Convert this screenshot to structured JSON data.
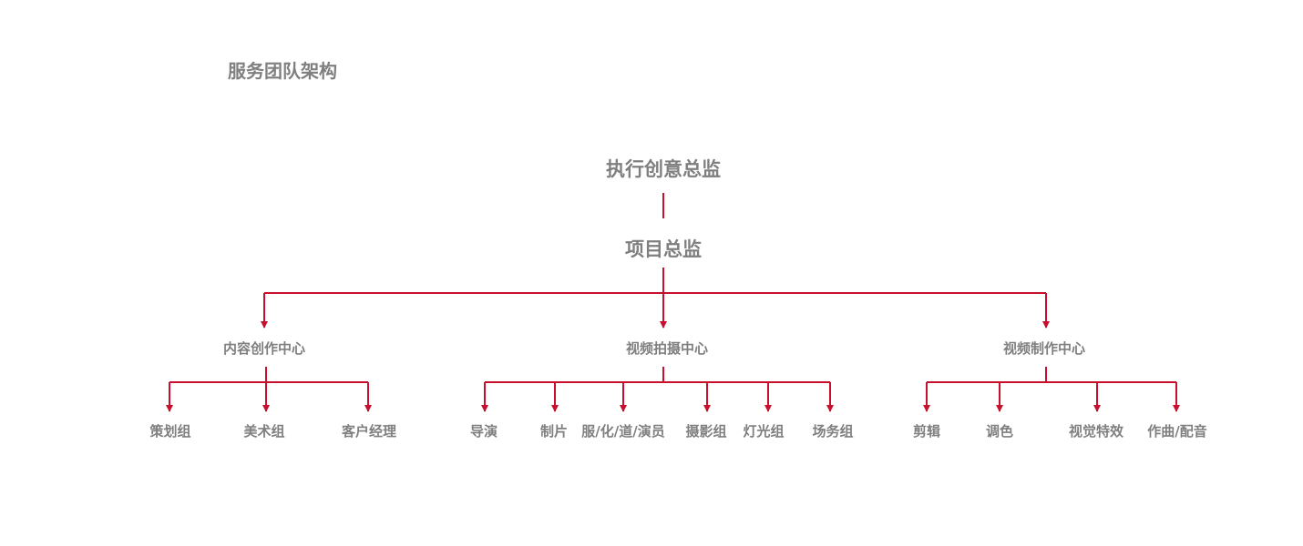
{
  "page_title": "服务团队架构",
  "colors": {
    "connector": "#c8102e",
    "text": "#7f7f7f"
  },
  "org": {
    "executive": "执行创意总监",
    "project_director": "项目总监",
    "centers": [
      {
        "label": "内容创作中心",
        "groups": [
          "策划组",
          "美术组",
          "客户经理"
        ]
      },
      {
        "label": "视频拍摄中心",
        "groups": [
          "导演",
          "制片",
          "服/化/道/演员",
          "摄影组",
          "灯光组",
          "场务组"
        ]
      },
      {
        "label": "视频制作中心",
        "groups": [
          "剪辑",
          "调色",
          "视觉特效",
          "作曲/配音"
        ]
      }
    ]
  }
}
